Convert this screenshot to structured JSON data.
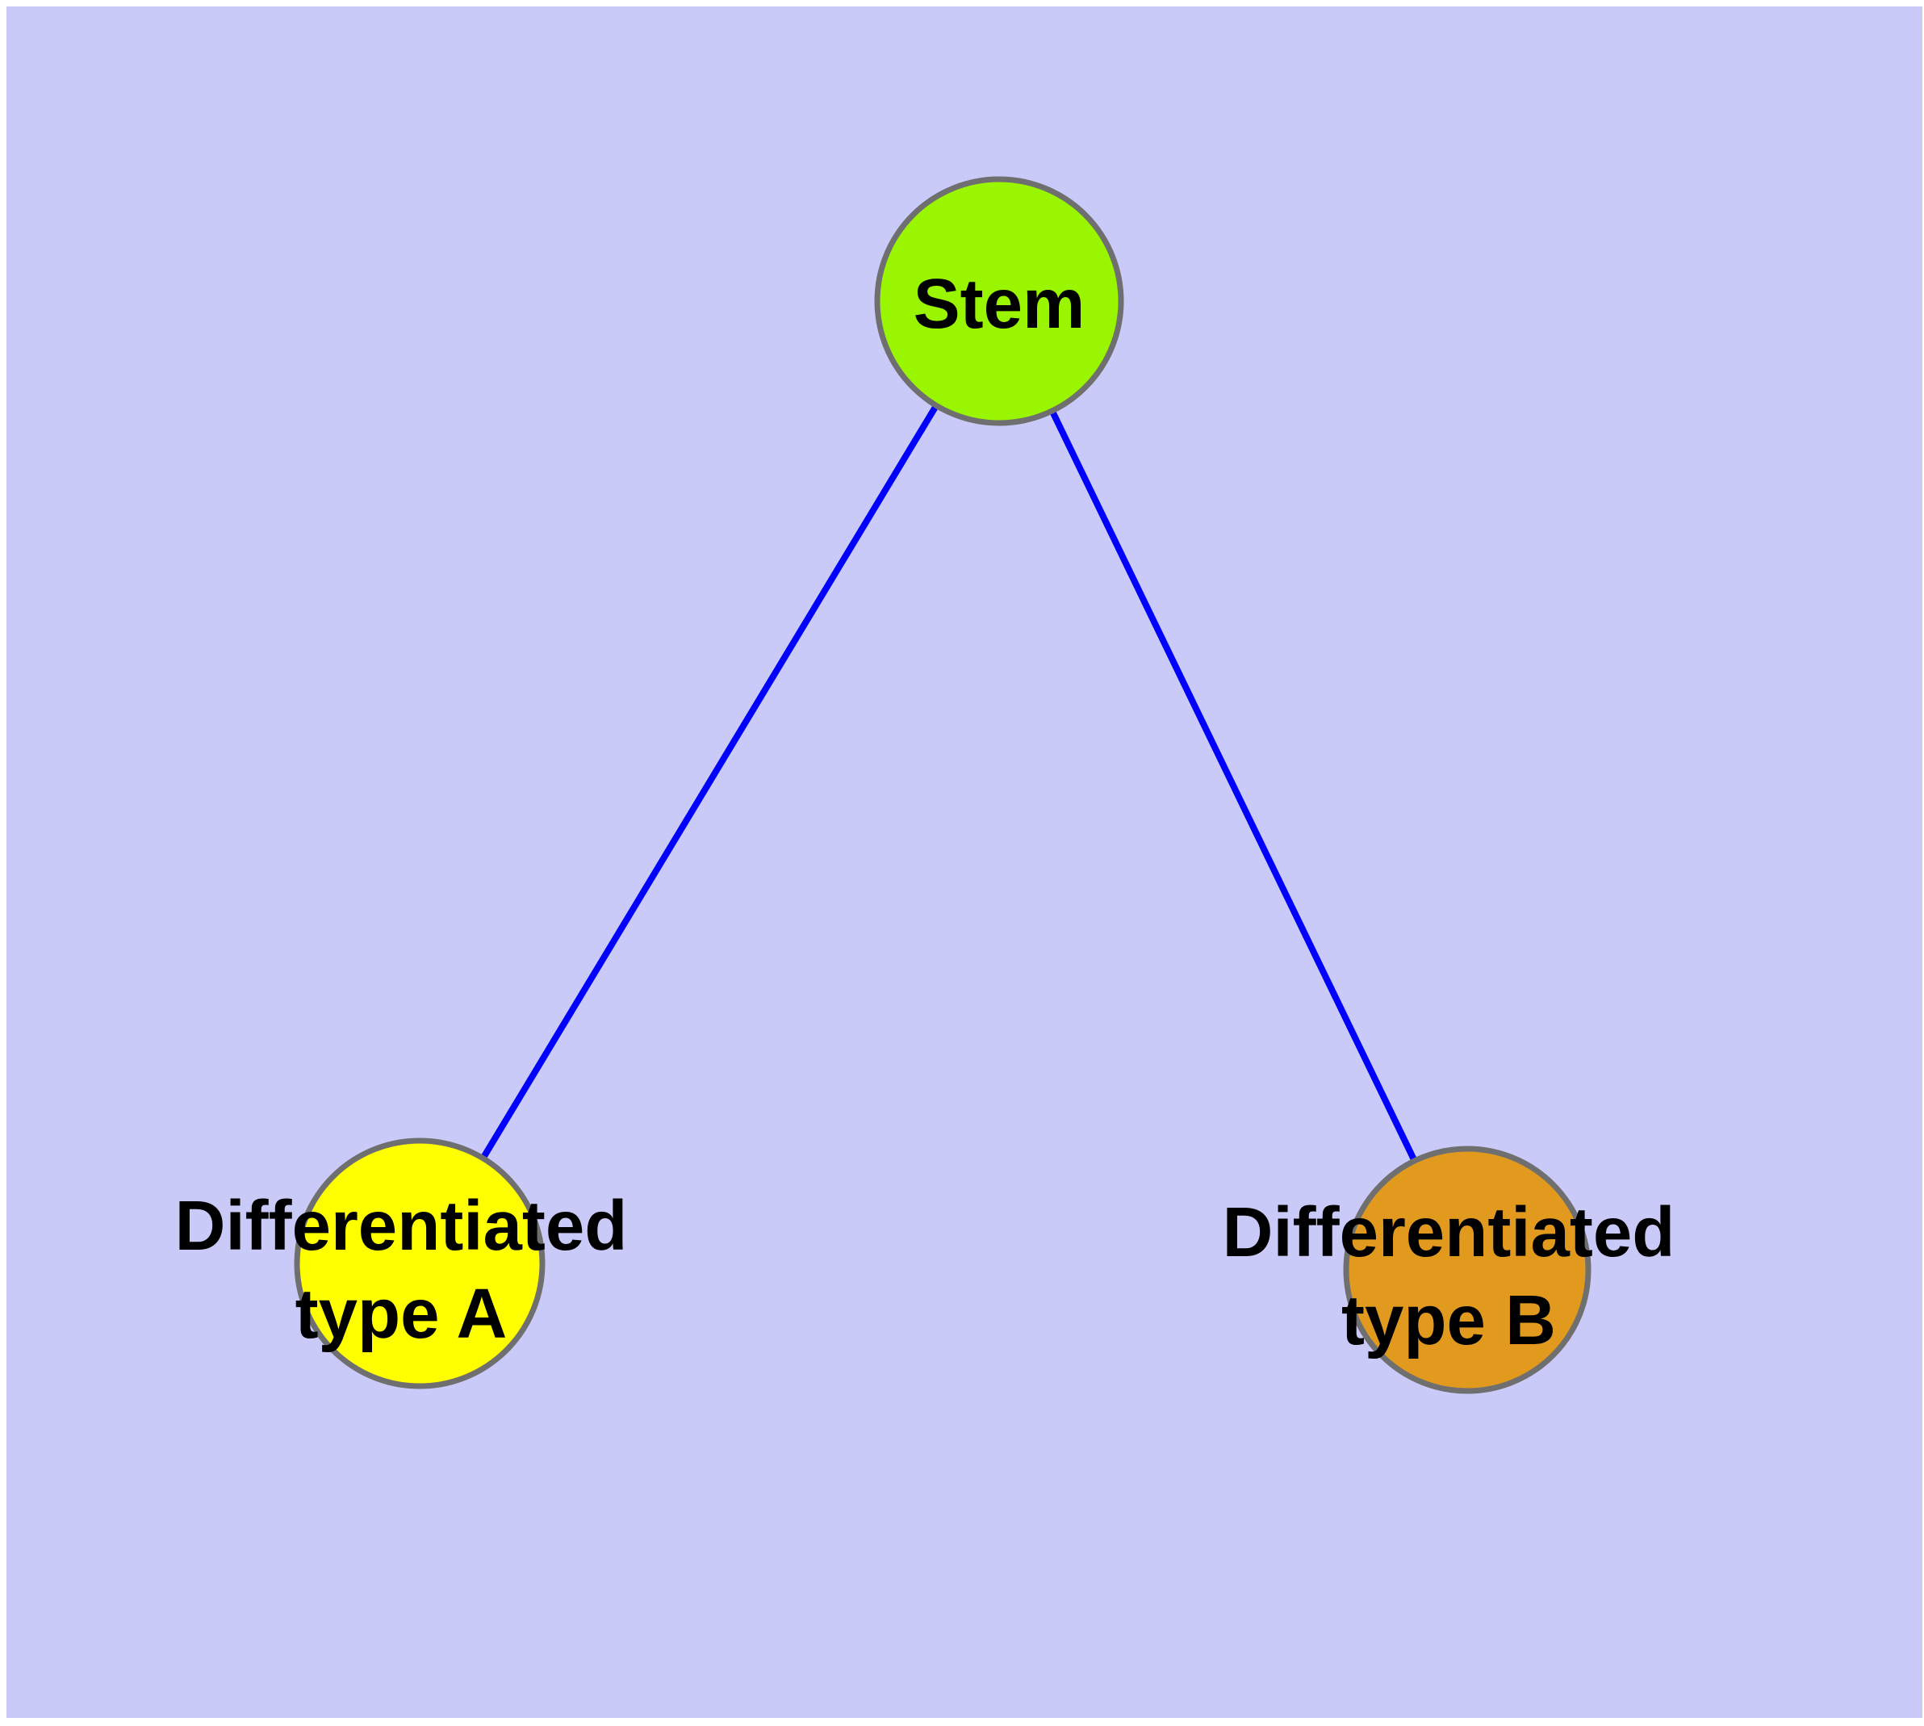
{
  "diagram": {
    "background_color": "#CACAF8",
    "margin_color": "#FFFFFF",
    "node_border_color": "#6F6F6F",
    "edge_color": "#0000FF",
    "label_color": "#000000",
    "nodes": [
      {
        "id": "stem",
        "label": "Stem",
        "fill": "#99F500"
      },
      {
        "id": "differentiated-type-a",
        "label_lines": [
          "Differentiated",
          "type A"
        ],
        "fill": "#FFFF00"
      },
      {
        "id": "differentiated-type-b",
        "label_lines": [
          "Differentiated",
          "type B"
        ],
        "fill": "#E29A1E"
      }
    ],
    "edges": [
      {
        "from": "stem",
        "to": "differentiated-type-a"
      },
      {
        "from": "stem",
        "to": "differentiated-type-b"
      }
    ]
  }
}
